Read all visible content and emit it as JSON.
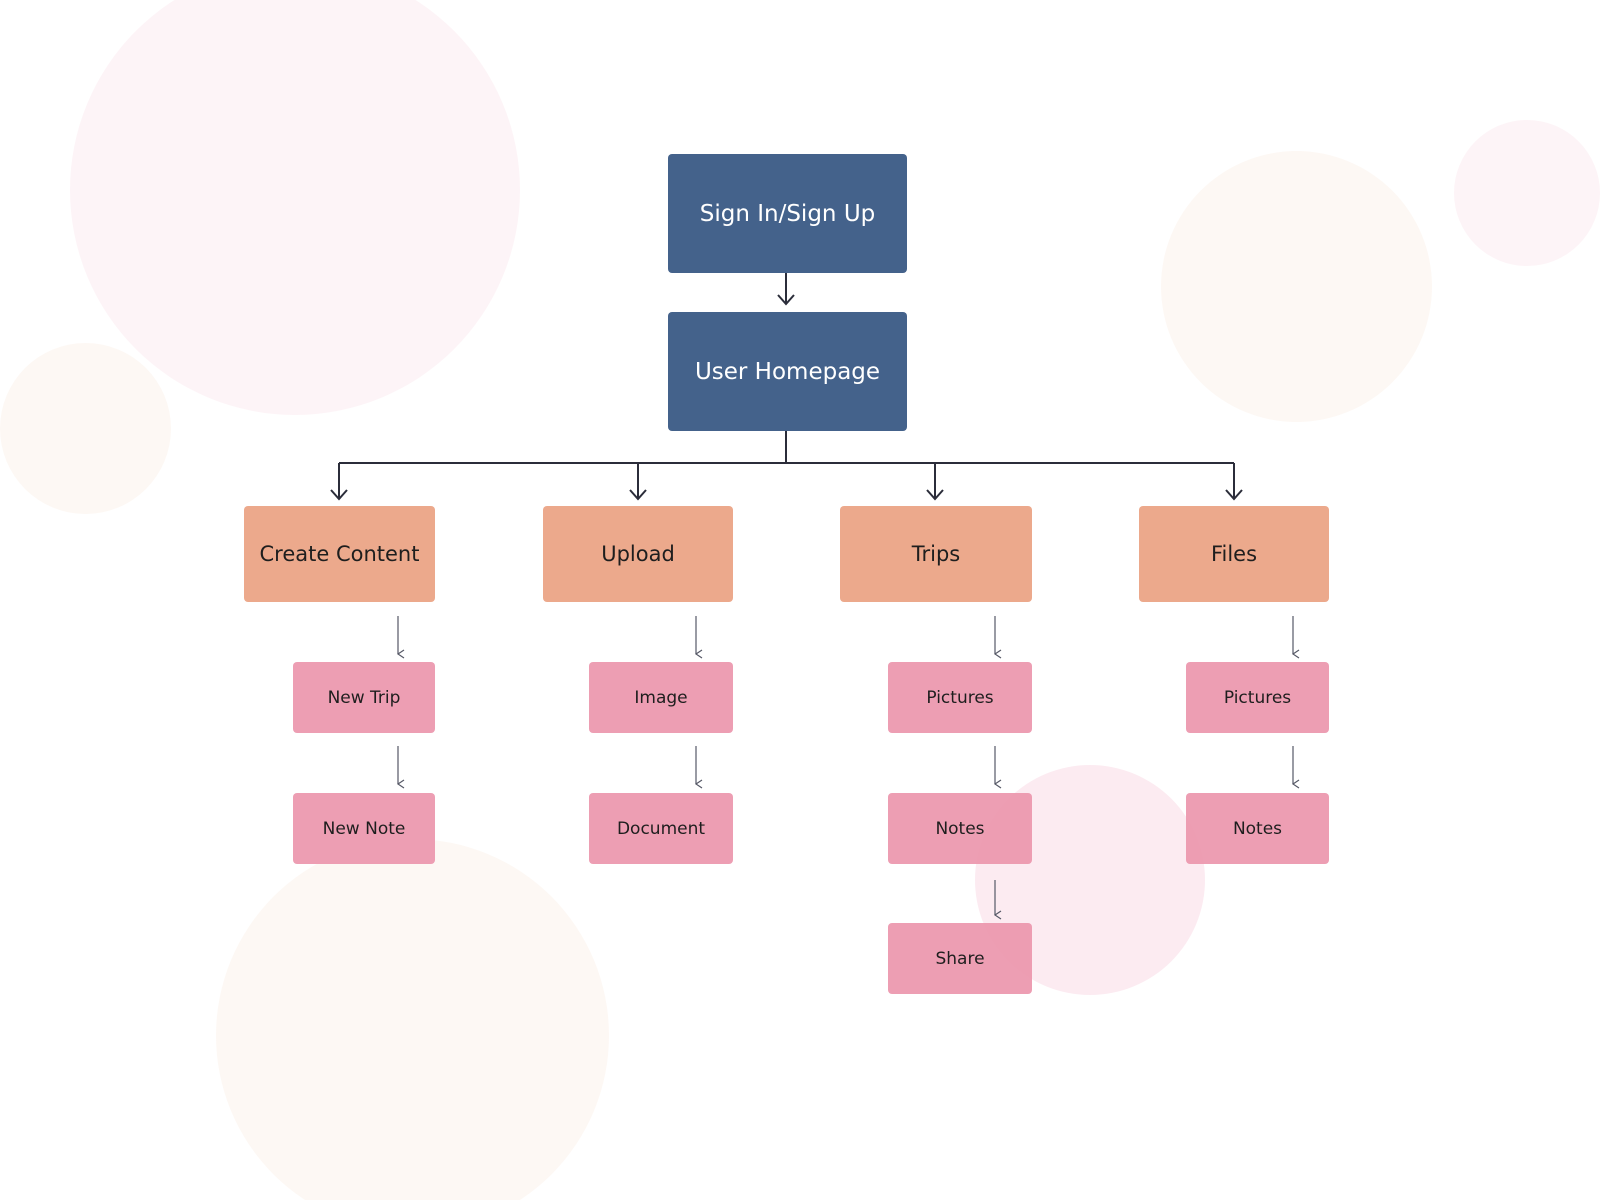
{
  "colors": {
    "primary_node": "#44628b",
    "category_node": "#eca98c",
    "leaf_node": "#ec96ac",
    "connector": "#2b2d3a"
  },
  "root": {
    "signin_label": "Sign In/Sign Up",
    "homepage_label": "User Homepage"
  },
  "categories": [
    {
      "label": "Create Content",
      "children": [
        "New Trip",
        "New Note"
      ]
    },
    {
      "label": "Upload",
      "children": [
        "Image",
        "Document"
      ]
    },
    {
      "label": "Trips",
      "children": [
        "Pictures",
        "Notes",
        "Share"
      ]
    },
    {
      "label": "Files",
      "children": [
        "Pictures",
        "Notes"
      ]
    }
  ]
}
